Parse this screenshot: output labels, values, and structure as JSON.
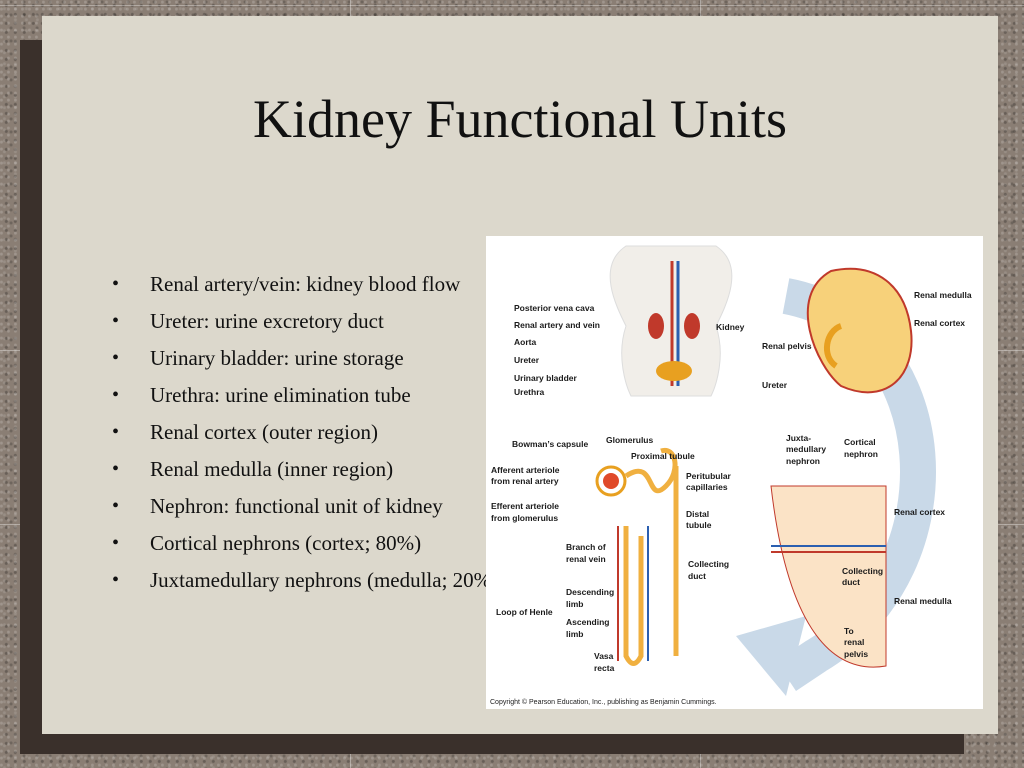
{
  "slide": {
    "title": "Kidney Functional Units",
    "bullets": [
      "Renal artery/vein: kidney blood flow",
      "Ureter: urine excretory duct",
      "Urinary bladder: urine storage",
      "Urethra: urine elimination tube",
      "Renal cortex (outer region)",
      "Renal medulla (inner region)",
      "Nephron: functional unit of kidney",
      "Cortical nephrons (cortex; 80%)",
      "Juxtamedullary nephrons (medulla; 20%)"
    ]
  },
  "figure": {
    "labels": {
      "posterior_vena_cava": "Posterior vena cava",
      "renal_artery_vein": "Renal artery and vein",
      "aorta": "Aorta",
      "ureter": "Ureter",
      "urinary_bladder": "Urinary bladder",
      "urethra": "Urethra",
      "kidney": "Kidney",
      "renal_medulla": "Renal medulla",
      "renal_cortex": "Renal cortex",
      "renal_pelvis": "Renal pelvis",
      "ureter_2": "Ureter",
      "bowmans_capsule": "Bowman’s capsule",
      "glomerulus": "Glomerulus",
      "proximal_tubule": "Proximal tubule",
      "peritubular_1": "Peritubular",
      "peritubular_2": "capillaries",
      "afferent_1": "Afferent arteriole",
      "afferent_2": "from renal artery",
      "efferent_1": "Efferent arteriole",
      "efferent_2": "from glomerulus",
      "distal_1": "Distal",
      "distal_2": "tubule",
      "branch_1": "Branch of",
      "branch_2": "renal vein",
      "collecting_1": "Collecting",
      "collecting_2": "duct",
      "descending_1": "Descending",
      "descending_2": "limb",
      "loop_of_henle": "Loop of Henle",
      "ascending_1": "Ascending",
      "ascending_2": "limb",
      "vasa_1": "Vasa",
      "vasa_2": "recta",
      "juxta_1": "Juxta-",
      "juxta_2": "medullary",
      "juxta_3": "nephron",
      "cortical_1": "Cortical",
      "cortical_2": "nephron",
      "renal_cortex_2": "Renal cortex",
      "renal_medulla_2": "Renal medulla",
      "collecting_duct_b1": "Collecting",
      "collecting_duct_b2": "duct",
      "to_1": "To",
      "to_2": "renal",
      "to_3": "pelvis"
    },
    "copyright": "Copyright © Pearson Education, Inc., publishing as Benjamin Cummings."
  }
}
